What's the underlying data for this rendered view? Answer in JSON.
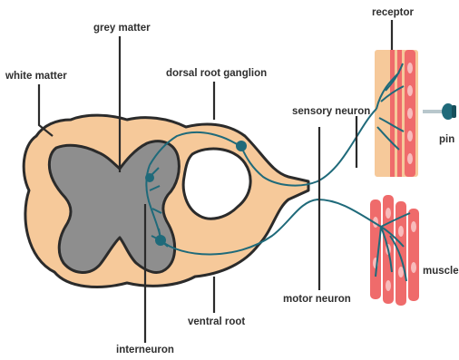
{
  "labels": {
    "white_matter": "white matter",
    "grey_matter": "grey matter",
    "dorsal_root_ganglion": "dorsal root ganglion",
    "receptor": "receptor",
    "sensory_neuron": "sensory neuron",
    "pin": "pin",
    "motor_neuron": "motor neuron",
    "muscle": "muscle",
    "ventral_root": "ventral root",
    "interneuron": "interneuron"
  },
  "colors": {
    "white_matter_fill": "#f6c99a",
    "grey_matter_fill": "#8e8e8e",
    "outline": "#2b2b2b",
    "neuron": "#1f6a7a",
    "receptor_skin": "#f6c99a",
    "muscle_fiber": "#ef6b6b",
    "muscle_highlight": "#f8bcbc",
    "pin_head": "#1f6a7a",
    "pin_shaft": "#b8c7cc"
  }
}
